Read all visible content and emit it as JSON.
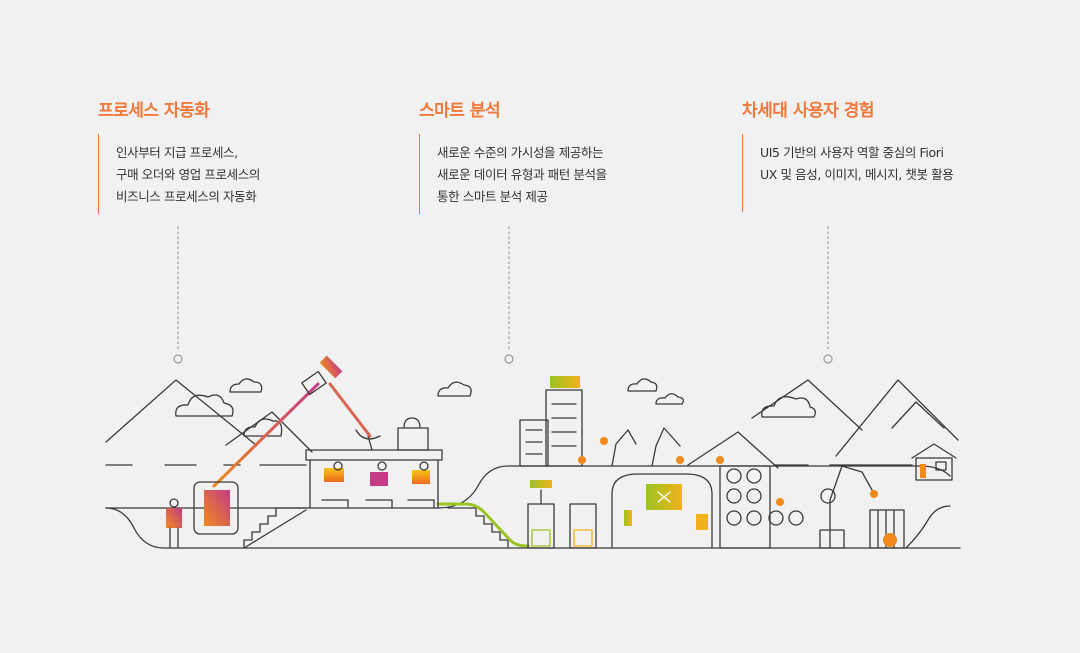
{
  "features": [
    {
      "title": "프로세스 자동화",
      "lines": [
        "인사부터 지급 프로세스,",
        "구매 오더와 영업 프로세스의",
        "비즈니스 프로세스의 자동화"
      ]
    },
    {
      "title": "스마트 분석",
      "lines": [
        "새로운 수준의 가시성을 제공하는",
        "새로운 데이터 유형과 패턴 분석을",
        "통한 스마트 분석 제공"
      ]
    },
    {
      "title": "차세대 사용자 경험",
      "lines": [
        "UI5 기반의 사용자 역할 중심의 Fiori",
        "UX 및 음성, 이미지, 메시지, 챗봇 활용"
      ]
    }
  ],
  "colors": {
    "accent": "#f0793a",
    "text": "#333333",
    "line": "#3a3a3a",
    "background": "#f1f1f1"
  }
}
